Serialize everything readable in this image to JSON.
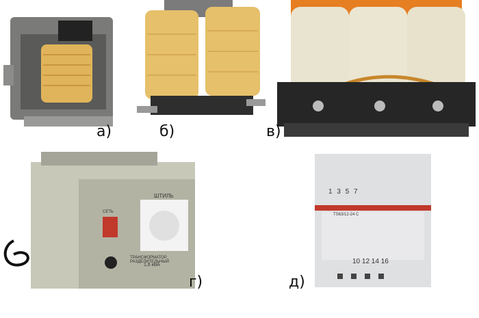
{
  "labels": {
    "a": "а)",
    "b": "б)",
    "v": "в)",
    "g": "г)",
    "d": "д)"
  },
  "device_g": {
    "brand": "ШТИЛЬ",
    "panel_text": "ТРАНСФОРМАТОР РАЗДЕЛИТЕЛЬНЫЙ",
    "rating": "1,6 кВА",
    "switch_label": "СЕТЬ"
  },
  "device_d": {
    "top_terminals": "1  3  5  7",
    "bottom_terminals": "10 12 14 16",
    "model": "TS63/12-24 C"
  },
  "colors": {
    "copper": "#e0b45a",
    "steel": "#8a8a8a",
    "case": "#c8c8b8",
    "red_band": "#c0392b"
  }
}
